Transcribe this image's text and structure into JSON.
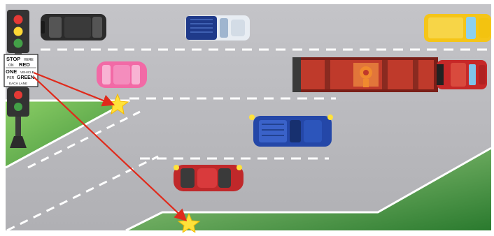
{
  "sign": {
    "line1_a": "STOP",
    "line1_b": "HERE",
    "line2_a": "ON",
    "line2_b": "RED",
    "line3_a": "ONE",
    "line3_b": "VEHICLE",
    "line4_a": "PER",
    "line4_b": "GREEN",
    "line5": "EACH LANE"
  },
  "colors": {
    "road": "#b8b8bc",
    "grass_light": "#7fbf5a",
    "grass_dark": "#2f7d32",
    "lane_marking": "#ffffff",
    "arrow": "#e02a1b",
    "star": "#ffe23a",
    "signal_red": "#e53935",
    "signal_yellow": "#fdd835",
    "signal_green": "#43a047"
  },
  "vehicles": [
    {
      "name": "black-suv",
      "color": "#2b2b2b"
    },
    {
      "name": "white-pickup",
      "color": "#e8edf3",
      "cab": "#1f3a8a"
    },
    {
      "name": "yellow-pickup",
      "color": "#f5c518"
    },
    {
      "name": "pink-car",
      "color": "#f26aa6"
    },
    {
      "name": "semi-truck",
      "color": "#c62828",
      "trailer": "#bf3a2b"
    },
    {
      "name": "blue-suv",
      "color": "#2447a8"
    },
    {
      "name": "red-car",
      "color": "#c0282a"
    }
  ]
}
